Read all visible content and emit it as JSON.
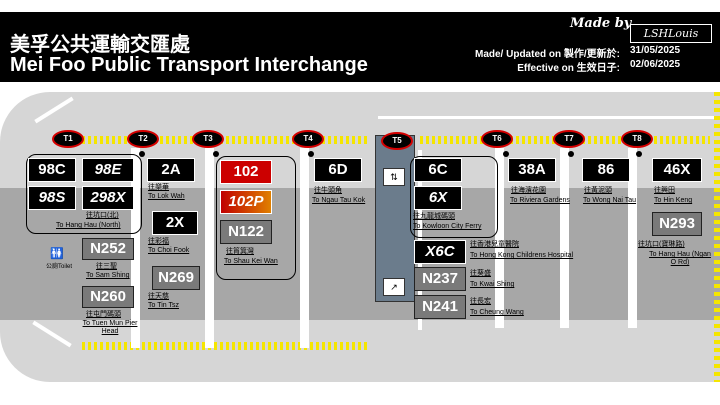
{
  "header": {
    "title_zh": "美孚公共運輸交匯處",
    "title_en": "Mei Foo Public Transport Interchange",
    "made_by": "Made by",
    "logo": "LSHLouis",
    "updated_label": "Made/ Updated on 製作/更新於:",
    "updated_value": "31/05/2025",
    "effective_label": "Effective on 生效日子:",
    "effective_value": "02/06/2025"
  },
  "colors": {
    "header_bg": "#000000",
    "road": "#d6d6d6",
    "bay_ring": "#d40000",
    "line_yellow": "#f5e600"
  },
  "bays": [
    "T1",
    "T2",
    "T3",
    "T4",
    "T5",
    "T6",
    "T7",
    "T8"
  ],
  "toilet": "公廁Toilet",
  "routes": {
    "r98C": "98C",
    "r98E": "98E",
    "r98S": "98S",
    "r298X": "298X",
    "d_98": {
      "zh": "往坑口(北)",
      "en": "To Hang Hau (North)"
    },
    "rN252": "N252",
    "d_N252": {
      "zh": "往三聖",
      "en": "To Sam Shing"
    },
    "rN260": "N260",
    "d_N260": {
      "zh": "往屯門碼頭",
      "en": "To Tuen Mun Pier Head"
    },
    "r2A": "2A",
    "d_2A": {
      "zh": "往樂華",
      "en": "To Lok Wah"
    },
    "r2X": "2X",
    "d_2X": {
      "zh": "往彩福",
      "en": "To Choi Fook"
    },
    "rN269": "N269",
    "d_N269": {
      "zh": "往天慈",
      "en": "To Tin Tsz"
    },
    "r102": "102",
    "r102P": "102P",
    "rN122": "N122",
    "d_102": {
      "zh": "往筲箕灣",
      "en": "To Shau Kei Wan"
    },
    "r6D": "6D",
    "d_6D": {
      "zh": "往牛頭角",
      "en": "To Ngau Tau Kok"
    },
    "r6C": "6C",
    "r6X": "6X",
    "d_6C": {
      "zh": "往九龍城碼頭",
      "en": "To Kowloon City Ferry"
    },
    "rX6C": "X6C",
    "d_X6C": {
      "zh": "往香港兒童醫院",
      "en": "To Hong Kong Childrens Hospital"
    },
    "rN237": "N237",
    "d_N237": {
      "zh": "往葵盛",
      "en": "To Kwai Shing"
    },
    "rN241": "N241",
    "d_N241": {
      "zh": "往長宏",
      "en": "To Cheung Wang"
    },
    "r38A": "38A",
    "d_38A": {
      "zh": "往海濱花園",
      "en": "To Riviera Gardens"
    },
    "r86": "86",
    "d_86": {
      "zh": "往黃泥頭",
      "en": "To Wong Nai Tau"
    },
    "r46X": "46X",
    "d_46X": {
      "zh": "往興田",
      "en": "To Hin Keng"
    },
    "rN293": "N293",
    "d_N293": {
      "zh": "往坑口(寶琳路)",
      "en": "To Hang Hau (Ngan O Rd)"
    }
  }
}
